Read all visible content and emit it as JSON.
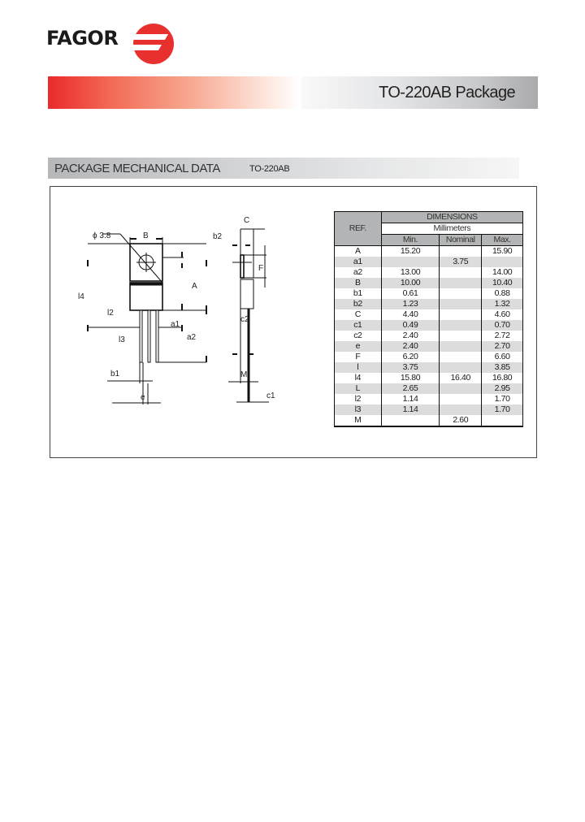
{
  "header": {
    "brand": "FAGOR",
    "brand_color": "#e8312f",
    "banner_title": "TO-220AB  Package"
  },
  "section": {
    "title": "PACKAGE MECHANICAL DATA",
    "package": "TO-220AB"
  },
  "drawing": {
    "labels": {
      "hole": "ϕ 3.8",
      "B": "B",
      "A": "A",
      "l4": "l4",
      "l2": "l2",
      "l3": "l3",
      "a1": "a1",
      "a2": "a2",
      "b1": "b1",
      "e": "e",
      "C": "C",
      "b2": "b2",
      "F": "F",
      "c2": "c2",
      "M": "M",
      "c1": "c1"
    }
  },
  "table": {
    "group_header": "DIMENSIONS",
    "unit": "Millimeters",
    "ref_header": "REF.",
    "columns": [
      "Min.",
      "Nominal",
      "Max."
    ],
    "rows": [
      {
        "ref": "A",
        "min": "15.20",
        "nom": "",
        "max": "15.90"
      },
      {
        "ref": "a1",
        "min": "",
        "nom": "3.75",
        "max": ""
      },
      {
        "ref": "a2",
        "min": "13.00",
        "nom": "",
        "max": "14.00"
      },
      {
        "ref": "B",
        "min": "10.00",
        "nom": "",
        "max": "10.40"
      },
      {
        "ref": "b1",
        "min": "0.61",
        "nom": "",
        "max": "0.88"
      },
      {
        "ref": "b2",
        "min": "1.23",
        "nom": "",
        "max": "1.32"
      },
      {
        "ref": "C",
        "min": "4.40",
        "nom": "",
        "max": "4.60"
      },
      {
        "ref": "c1",
        "min": "0.49",
        "nom": "",
        "max": "0.70"
      },
      {
        "ref": "c2",
        "min": "2.40",
        "nom": "",
        "max": "2.72"
      },
      {
        "ref": "e",
        "min": "2.40",
        "nom": "",
        "max": "2.70"
      },
      {
        "ref": "F",
        "min": "6.20",
        "nom": "",
        "max": "6.60"
      },
      {
        "ref": "l",
        "min": "3.75",
        "nom": "",
        "max": "3.85"
      },
      {
        "ref": "l4",
        "min": "15.80",
        "nom": "16.40",
        "max": "16.80"
      },
      {
        "ref": "L",
        "min": "2.65",
        "nom": "",
        "max": "2.95"
      },
      {
        "ref": "l2",
        "min": "1.14",
        "nom": "",
        "max": "1.70"
      },
      {
        "ref": "l3",
        "min": "1.14",
        "nom": "",
        "max": "1.70"
      },
      {
        "ref": "M",
        "min": "",
        "nom": "2.60",
        "max": ""
      }
    ]
  }
}
